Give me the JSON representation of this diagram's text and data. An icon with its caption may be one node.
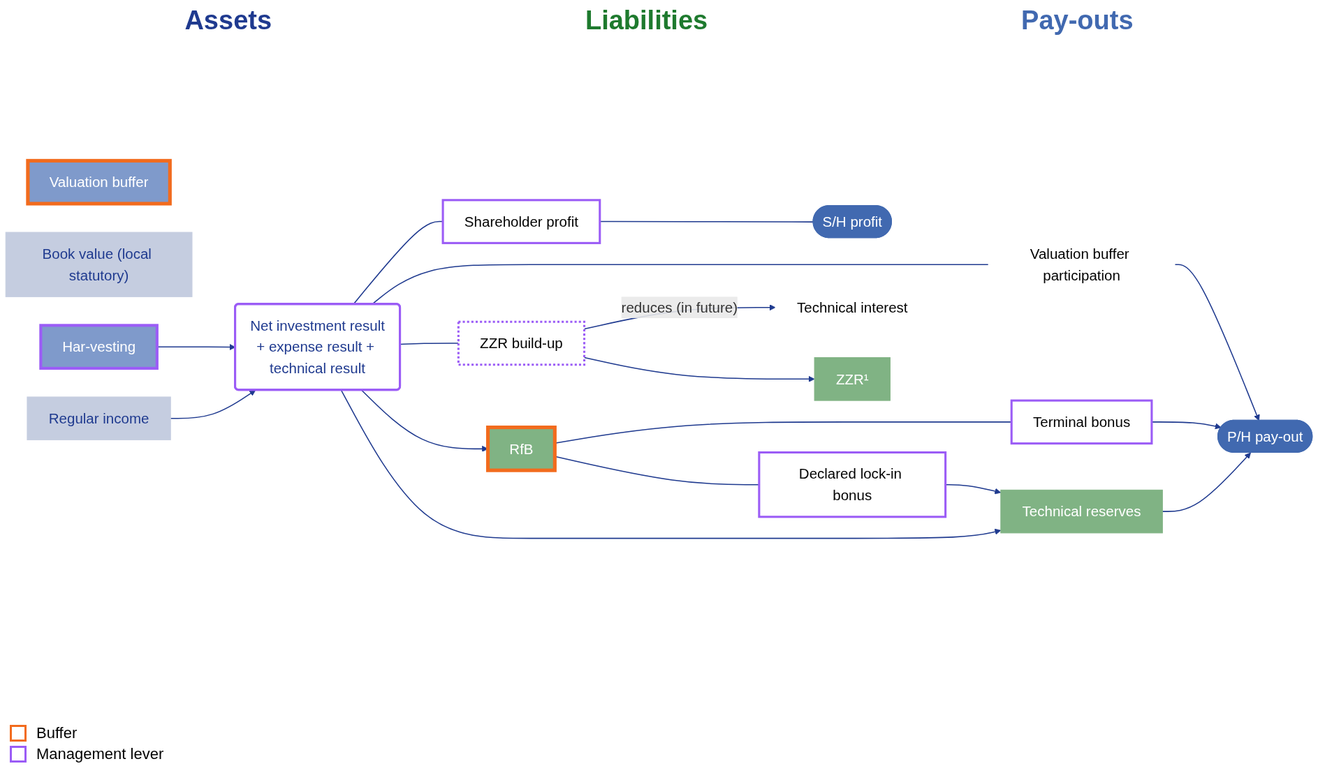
{
  "diagram": {
    "nodes": [
      {
        "text": [
          "Valuation buffer"
        ]
      },
      {
        "text": [
          "Book value (local statutory)"
        ]
      },
      {
        "text": [
          "Har-vesting"
        ]
      },
      {
        "text": [
          "Regular income"
        ]
      },
      {
        "text": [
          "Net investment result",
          "+ expense result + technical result"
        ]
      },
      {
        "text": [
          "Shareholder profit"
        ]
      },
      {
        "text": [
          "S/H profit"
        ]
      },
      {
        "text": [
          "Valuation buffer participation"
        ]
      },
      {
        "text": [
          "RfB"
        ]
      },
      {
        "text": [
          "Terminal bonus"
        ]
      },
      {
        "text": [
          "Declared lock-in bonus"
        ]
      },
      {
        "text": [
          "Technical reserves"
        ]
      },
      {
        "text": [
          "Technical interest"
        ]
      },
      {
        "text": [
          "ZZR build-up"
        ]
      },
      {
        "text": [
          "ZZR¹"
        ]
      },
      {
        "text": [
          "P/H pay-out"
        ]
      }
    ],
    "edges": [
      {
        "from": 2,
        "to": 4,
        "arrow": "to"
      },
      {
        "from": 3,
        "to": 4,
        "arrow": "to"
      },
      {
        "from": 4,
        "to": 5,
        "arrow": "none"
      },
      {
        "from": 5,
        "to": 6,
        "arrow": "none"
      },
      {
        "from": 4,
        "to": 7,
        "arrow": "none"
      },
      {
        "from": 7,
        "to": 15,
        "arrow": "to"
      },
      {
        "from": 4,
        "to": 8,
        "arrow": "to"
      },
      {
        "from": 8,
        "to": 9,
        "arrow": "none"
      },
      {
        "from": 9,
        "to": 15,
        "arrow": "to"
      },
      {
        "from": 8,
        "to": 10,
        "arrow": "none"
      },
      {
        "from": 10,
        "to": 11,
        "arrow": "to"
      },
      {
        "from": 4,
        "to": 11,
        "arrow": "to"
      },
      {
        "from": 4,
        "to": 13,
        "arrow": "none"
      },
      {
        "from": 13,
        "to": 14,
        "arrow": "to"
      },
      {
        "from": 13,
        "to": 12,
        "arrow": "to",
        "label": "reduces (in future)"
      },
      {
        "from": 11,
        "to": 15,
        "arrow": "to"
      }
    ],
    "labels": [
      "Assets",
      "Liabilities",
      "Pay-outs"
    ],
    "legend": [
      {
        "text": "Buffer"
      },
      {
        "text": "Management lever"
      }
    ]
  }
}
